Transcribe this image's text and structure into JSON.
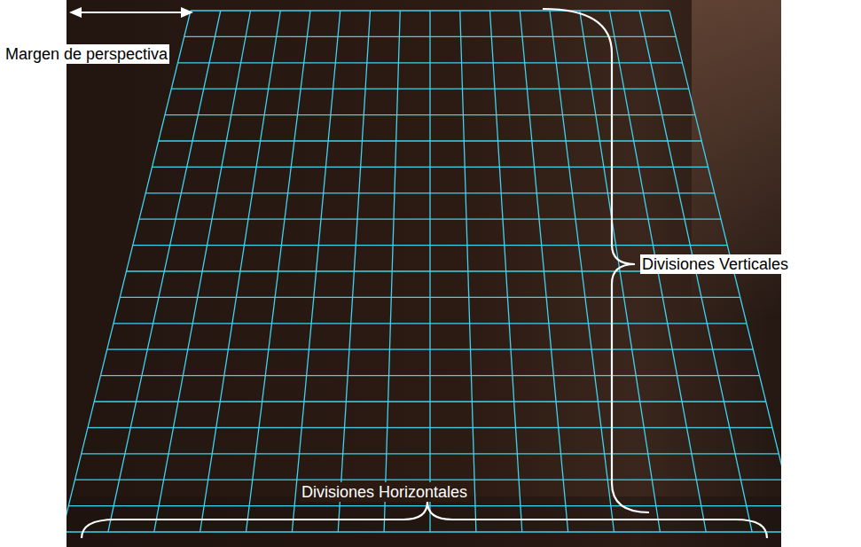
{
  "diagram": {
    "labels": [
      "Margen de perspectiva",
      "Divisiones Verticales",
      "Divisiones Horizontales"
    ]
  }
}
